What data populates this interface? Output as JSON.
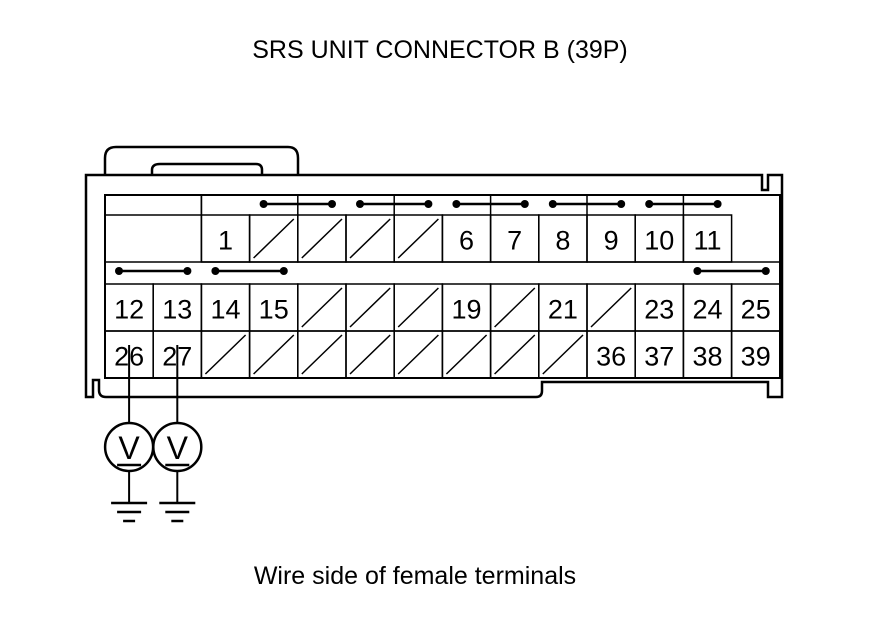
{
  "title": "SRS UNIT CONNECTOR B (39P)",
  "caption": "Wire side of female terminals",
  "rows": {
    "top": [
      "1",
      "",
      "",
      "",
      "",
      "6",
      "7",
      "8",
      "9",
      "10",
      "11"
    ],
    "middle": [
      "12",
      "13",
      "14",
      "15",
      "",
      "",
      "",
      "19",
      "",
      "21",
      "",
      "23",
      "24",
      "25"
    ],
    "bottom": [
      "26",
      "27",
      "",
      "",
      "",
      "",
      "",
      "",
      "",
      "",
      "36",
      "37",
      "38",
      "39"
    ]
  },
  "probes": [
    {
      "terminal": "26",
      "symbol": "V"
    },
    {
      "terminal": "27",
      "symbol": "V"
    }
  ]
}
